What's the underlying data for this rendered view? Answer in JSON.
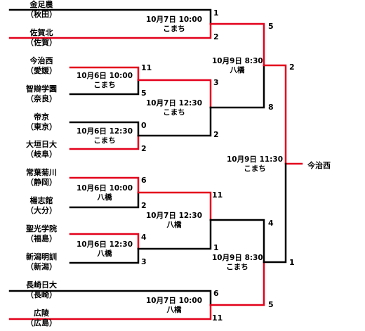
{
  "colors": {
    "winner": "#e3001b",
    "loser": "#000000"
  },
  "teams": [
    {
      "name": "金足農",
      "pref": "（秋田）"
    },
    {
      "name": "佐賀北",
      "pref": "（佐賀）"
    },
    {
      "name": "今治西",
      "pref": "（愛媛）"
    },
    {
      "name": "智辯学園",
      "pref": "（奈良）"
    },
    {
      "name": "帝京",
      "pref": "（東京）"
    },
    {
      "name": "大垣日大",
      "pref": "（岐阜）"
    },
    {
      "name": "常葉菊川",
      "pref": "（静岡）"
    },
    {
      "name": "楊志館",
      "pref": "（大分）"
    },
    {
      "name": "聖光学院",
      "pref": "（福島）"
    },
    {
      "name": "新潟明訓",
      "pref": "（新潟）"
    },
    {
      "name": "長崎日大",
      "pref": "（長崎）"
    },
    {
      "name": "広陵",
      "pref": "（広島）"
    }
  ],
  "matches": {
    "r1_a": {
      "date": "10月6日 10:00",
      "venue": "こまち",
      "score_top": "11",
      "score_bottom": "5"
    },
    "r1_b": {
      "date": "10月6日 12:30",
      "venue": "こまち",
      "score_top": "0",
      "score_bottom": "2"
    },
    "r1_c": {
      "date": "10月6日 10:00",
      "venue": "八橋",
      "score_top": "6",
      "score_bottom": "2"
    },
    "r1_d": {
      "date": "10月6日 12:30",
      "venue": "八橋",
      "score_top": "4",
      "score_bottom": "3"
    },
    "qf_1": {
      "date": "10月7日 10:00",
      "venue": "こまち",
      "score_top": "1",
      "score_bottom": "2"
    },
    "qf_2": {
      "date": "10月7日 12:30",
      "venue": "こまち",
      "score_top": "3",
      "score_bottom": "2"
    },
    "qf_3": {
      "date": "10月7日 12:30",
      "venue": "八橋",
      "score_top": "11",
      "score_bottom": "1"
    },
    "qf_4": {
      "date": "10月7日 10:00",
      "venue": "八橋",
      "score_top": "6",
      "score_bottom": "11"
    },
    "sf_1": {
      "date": "10月9日 8:30",
      "venue": "八橋",
      "score_top": "5",
      "score_bottom": "8"
    },
    "sf_2": {
      "date": "10月9日 8:30",
      "venue": "こまち",
      "score_top": "4",
      "score_bottom": "5"
    },
    "final": {
      "date": "10月9日 11:30",
      "venue": "こまち",
      "score_top": "2",
      "score_bottom": "1"
    }
  },
  "champion": "今治西"
}
